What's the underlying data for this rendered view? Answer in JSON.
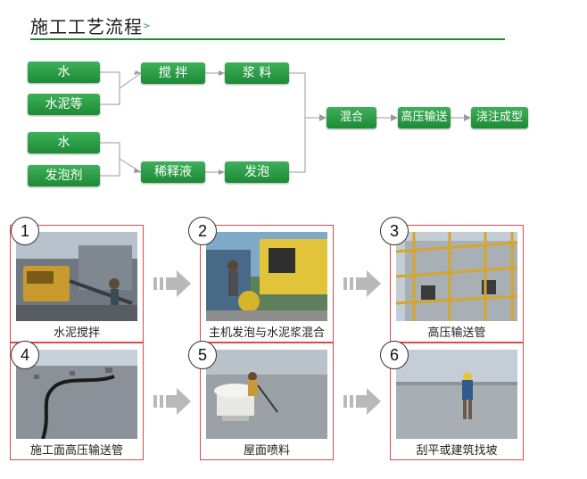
{
  "header": {
    "title": "施工工艺流程"
  },
  "flow": {
    "water1": "水",
    "cement": "水泥等",
    "mixing": "搅 拌",
    "slurry": "浆 料",
    "water2": "水",
    "foaming_agent": "发泡剂",
    "dilute": "稀释液",
    "foam": "发泡",
    "blend": "混合",
    "pump": "高压输送",
    "cast": "浇注成型"
  },
  "steps": [
    {
      "num": "1",
      "caption": "水泥搅拌"
    },
    {
      "num": "2",
      "caption": "主机发泡与水泥浆混合"
    },
    {
      "num": "3",
      "caption": "高压输送管"
    },
    {
      "num": "4",
      "caption": "施工面高压输送管"
    },
    {
      "num": "5",
      "caption": "屋面喷料"
    },
    {
      "num": "6",
      "caption": "刮平或建筑找坡"
    }
  ]
}
